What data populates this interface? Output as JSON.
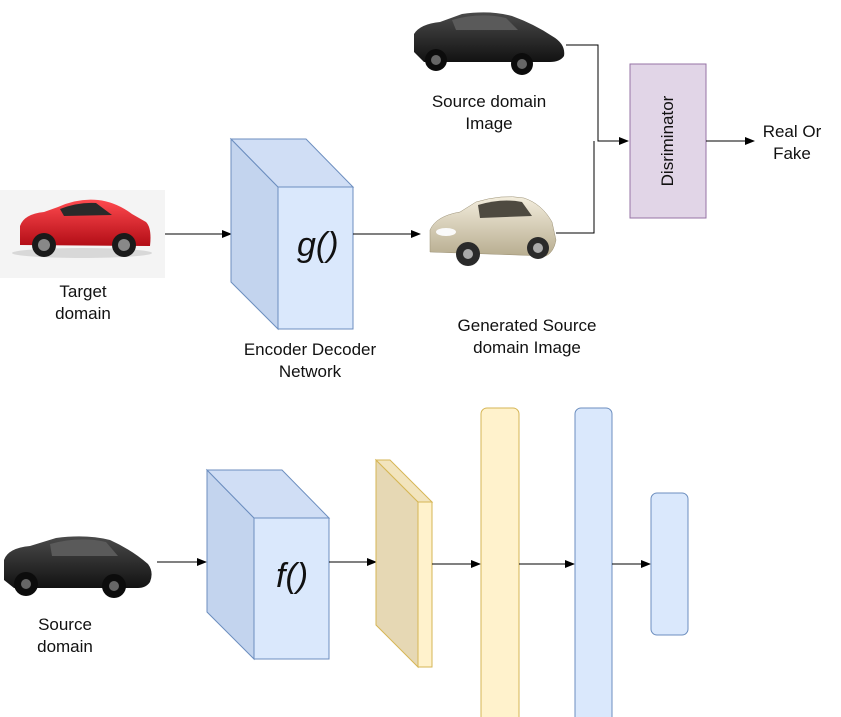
{
  "labels": {
    "target_domain": [
      "Target",
      "domain"
    ],
    "encoder_decoder": [
      "Encoder Decoder",
      "Network"
    ],
    "generated_source": [
      "Generated Source",
      "domain Image"
    ],
    "source_domain_image": [
      "Source domain",
      "Image"
    ],
    "real_or_fake": [
      "Real Or",
      "Fake"
    ],
    "source_domain": [
      "Source",
      "domain"
    ],
    "discriminator": "Disriminator",
    "g_function": "g()",
    "f_function": "f()"
  },
  "colors": {
    "blue_fill": "#dae8fc",
    "blue_stroke": "#6c8ebf",
    "yellow_fill": "#fff2cc",
    "yellow_stroke": "#d6b656",
    "purple_fill": "#e1d5e7",
    "purple_stroke": "#9673a6",
    "arrow": "#000000",
    "red_car": "#d0141e",
    "black_car": "#1c1c1c",
    "beige_car": "#ddd4bc"
  }
}
